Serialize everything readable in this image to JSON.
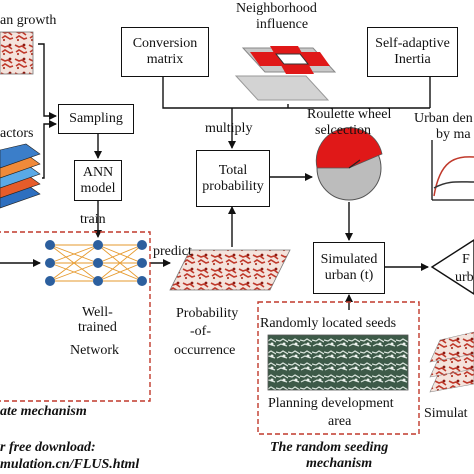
{
  "labels": {
    "urban_growth": "an growth",
    "factors": "actors",
    "neighborhood_line1": "Neighborhood",
    "neighborhood_line2": "influence",
    "multiply": "multiply",
    "roulette_line1": "Roulette wheel",
    "roulette_line2": "selcection",
    "urban_dev_line1": "Urban den",
    "urban_dev_line2": "by ma",
    "train": "train",
    "predict": "predict",
    "well_trained_line1": "Well-",
    "well_trained_line2": "trained",
    "well_trained_line3": "Network",
    "prob_line1": "Probability",
    "prob_line2": "-of-",
    "prob_line3": "occurrence",
    "seeds": "Randomly located seeds",
    "planning_line1": "Planning development",
    "planning_line2": "area",
    "simulat": "Simulat",
    "ca_mech": "ate mechanism",
    "download_line1": "r free download:",
    "download_line2": "mulation.cn/FLUS.html",
    "random_seed_line1": "The random seeding",
    "random_seed_line2": "mechanism",
    "f_partial_1": "F",
    "f_partial_2": "urb"
  },
  "boxes": {
    "conversion_line1": "Conversion",
    "conversion_line2": "matrix",
    "inertia_line1": "Self-adaptive",
    "inertia_line2": "Inertia",
    "sampling": "Sampling",
    "ann_line1": "ANN",
    "ann_line2": "model",
    "total_line1": "Total",
    "total_line2": "probability",
    "sim_line1": "Simulated",
    "sim_line2": "urban (t)"
  },
  "colors": {
    "accent_red": "#e01818",
    "dash_red": "#c0392b",
    "network_orange": "#e69a2e",
    "node_blue": "#2c5f9e"
  }
}
